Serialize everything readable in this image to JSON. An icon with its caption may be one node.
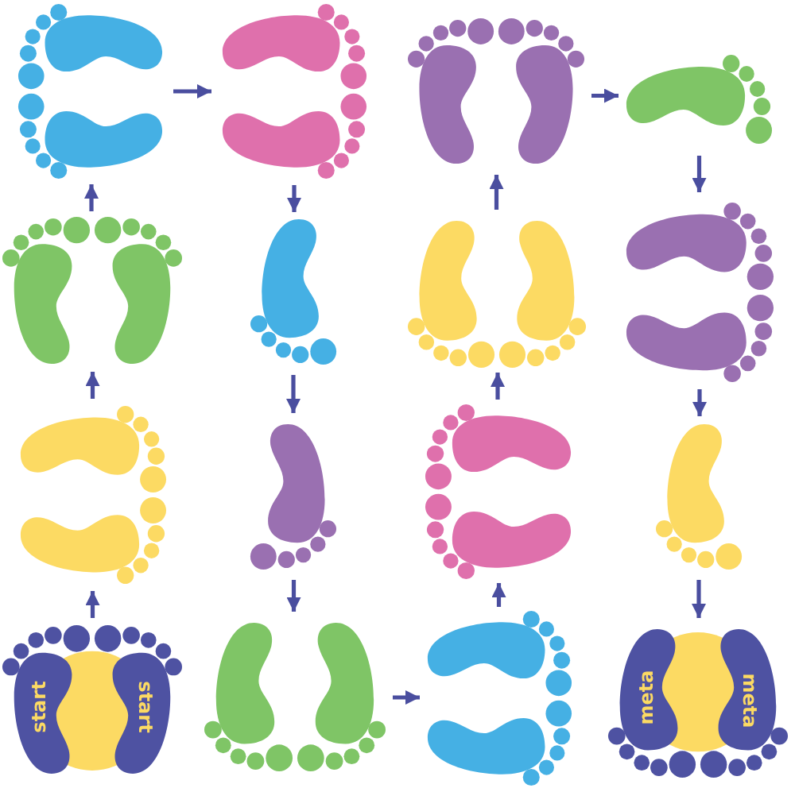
{
  "diagram": {
    "nodes": [
      {
        "text": [],
        "shape": "picture"
      },
      {
        "text": [],
        "shape": "picture"
      },
      {
        "text": [],
        "shape": "picture"
      },
      {
        "text": [],
        "shape": "picture"
      },
      {
        "text": [],
        "shape": "picture"
      },
      {
        "text": [],
        "shape": "picture"
      },
      {
        "text": [],
        "shape": "picture"
      },
      {
        "text": [],
        "shape": "picture"
      },
      {
        "text": [],
        "shape": "picture"
      },
      {
        "text": [],
        "shape": "picture"
      },
      {
        "text": [],
        "shape": "picture"
      },
      {
        "text": [],
        "shape": "picture"
      },
      {
        "text": [
          "start",
          "start"
        ]
      },
      {
        "text": [],
        "shape": "picture"
      },
      {
        "text": [],
        "shape": "picture"
      },
      {
        "text": [
          "meta",
          "meta"
        ]
      }
    ],
    "edges": [
      {
        "from": 12,
        "to": 8,
        "arrow": "to"
      },
      {
        "from": 8,
        "to": 4,
        "arrow": "to"
      },
      {
        "from": 4,
        "to": 0,
        "arrow": "to"
      },
      {
        "from": 0,
        "to": 1,
        "arrow": "to"
      },
      {
        "from": 1,
        "to": 5,
        "arrow": "to"
      },
      {
        "from": 5,
        "to": 9,
        "arrow": "to"
      },
      {
        "from": 9,
        "to": 13,
        "arrow": "to"
      },
      {
        "from": 13,
        "to": 14,
        "arrow": "to"
      },
      {
        "from": 14,
        "to": 10,
        "arrow": "to"
      },
      {
        "from": 10,
        "to": 6,
        "arrow": "to"
      },
      {
        "from": 6,
        "to": 2,
        "arrow": "to"
      },
      {
        "from": 2,
        "to": 3,
        "arrow": "to"
      },
      {
        "from": 3,
        "to": 7,
        "arrow": "to"
      },
      {
        "from": 7,
        "to": 11,
        "arrow": "to"
      },
      {
        "from": 11,
        "to": 15,
        "arrow": "to"
      }
    ]
  }
}
